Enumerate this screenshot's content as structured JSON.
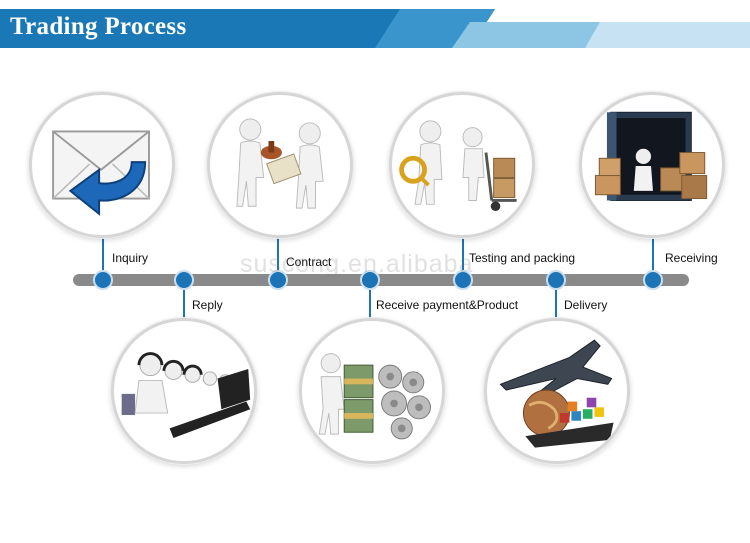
{
  "title": "Trading Process",
  "watermark": "suscong.en.alibaba",
  "colors": {
    "banner": "#1a78b6",
    "node": "#1c73b5",
    "timeline": "#8a8a8a"
  },
  "steps": [
    {
      "label": "Inquiry",
      "icon": "envelope-arrow-icon"
    },
    {
      "label": "Reply",
      "icon": "call-center-icon"
    },
    {
      "label": "Contract",
      "icon": "contract-stamp-icon"
    },
    {
      "label": "Receive payment&Product",
      "icon": "money-gears-icon"
    },
    {
      "label": "Testing and packing",
      "icon": "inspection-cart-icon"
    },
    {
      "label": "Delivery",
      "icon": "plane-globe-ship-icon"
    },
    {
      "label": "Receiving",
      "icon": "container-boxes-icon"
    }
  ]
}
